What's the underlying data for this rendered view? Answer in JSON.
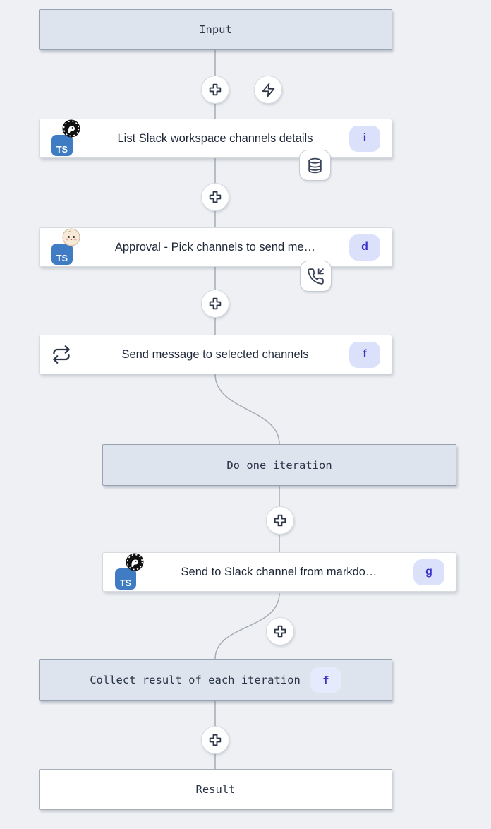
{
  "flow": {
    "input_box": {
      "label": "Input"
    },
    "result_box": {
      "label": "Result"
    },
    "loop_header": {
      "label": "Do one iteration"
    },
    "collect_box": {
      "label": "Collect result of each iteration",
      "badge": "f"
    },
    "nodes": [
      {
        "title": "List Slack workspace channels details",
        "badge": "i",
        "runtime": "deno",
        "language": "typescript",
        "attachment": "database-icon"
      },
      {
        "title": "Approval - Pick channels to send me…",
        "badge": "d",
        "runtime": "bun",
        "language": "typescript",
        "attachment": "phone-incoming-icon"
      },
      {
        "title": "Send message to selected channels",
        "badge": "f",
        "icon": "repeat-icon"
      },
      {
        "title": "Send to Slack channel from markdo…",
        "badge": "g",
        "runtime": "deno",
        "language": "typescript"
      }
    ],
    "buttons": {
      "insert_step": "plus-icon",
      "trigger": "zap-icon"
    }
  },
  "labels": {
    "ts": "TS"
  },
  "colors": {
    "canvas_bg": "#eef0f4",
    "header_fill": "#dde4ee",
    "header_border": "#96a1b2",
    "badge_bg": "#dbe1fb",
    "badge_text": "#3b33c8",
    "ts_blue": "#3f7cc4",
    "wire": "#a7abb3",
    "icon_stroke": "#2b3547"
  }
}
